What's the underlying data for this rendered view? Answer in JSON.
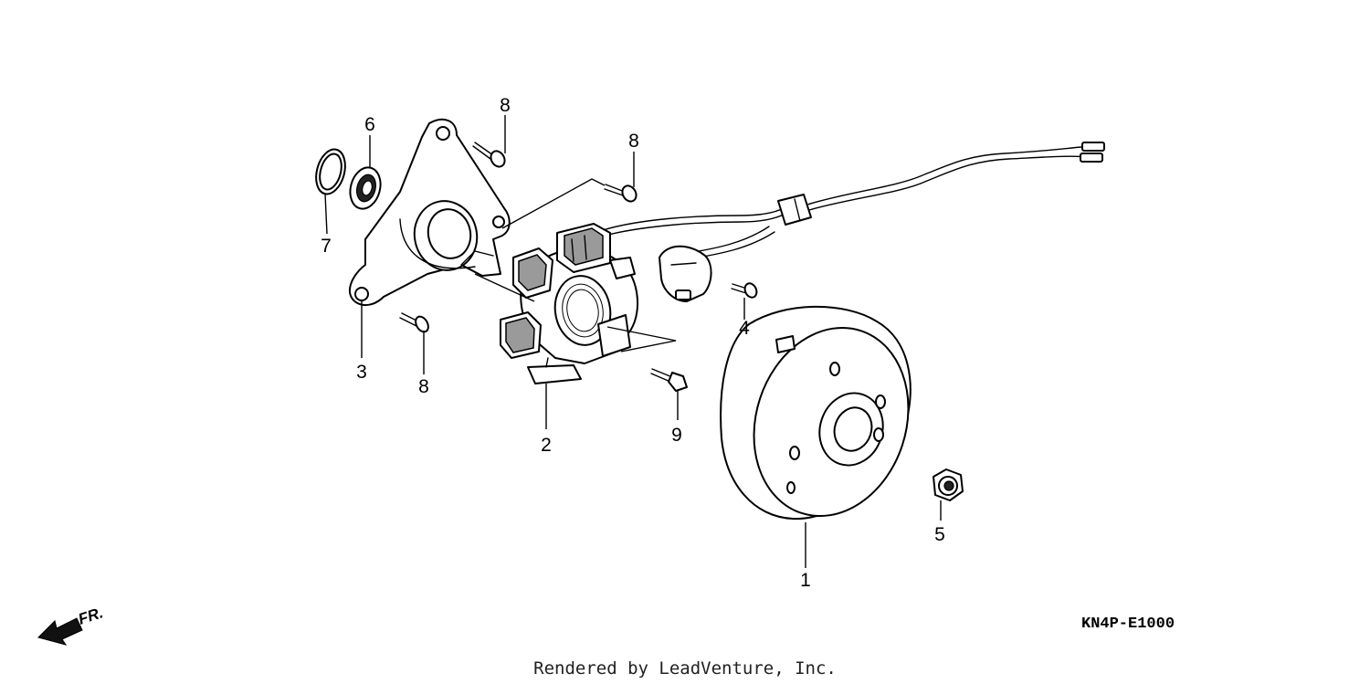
{
  "diagram": {
    "callouts": [
      "1",
      "2",
      "3",
      "4",
      "5",
      "6",
      "7",
      "8",
      "8",
      "8",
      "9"
    ],
    "diagram_code": "KN4P-E1000",
    "direction_label": "FR.",
    "credit": "Rendered by LeadVenture, Inc."
  }
}
